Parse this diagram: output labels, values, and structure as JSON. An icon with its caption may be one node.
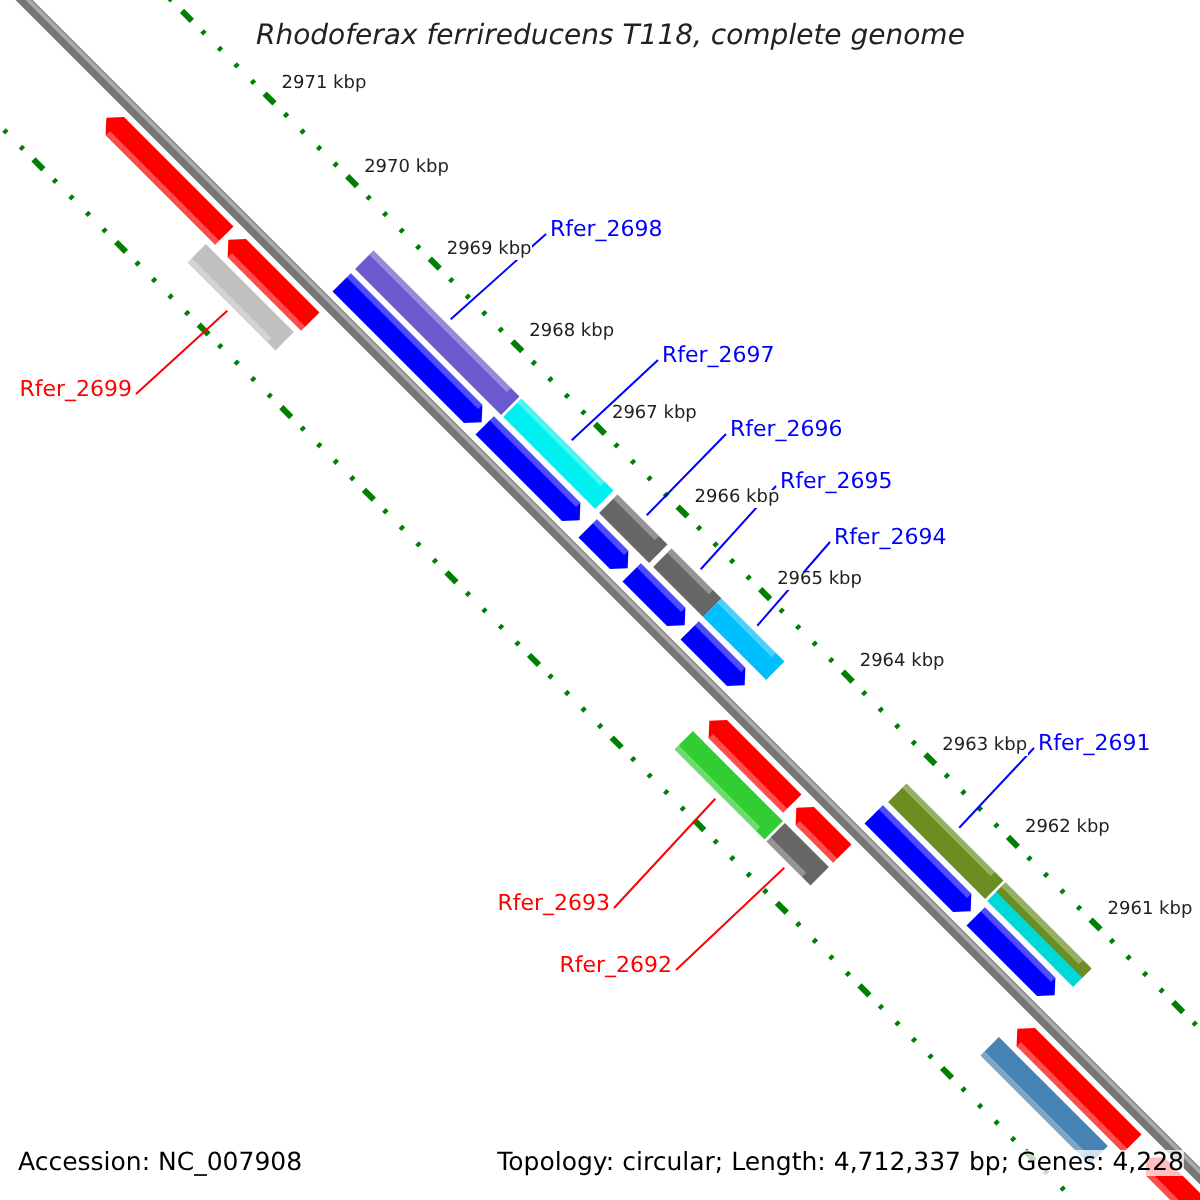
{
  "diagram": {
    "title": "Rhodoferax ferrireducens T118, complete genome",
    "nodes": [
      {
        "text": [
          "Rfer_2698"
        ]
      },
      {
        "text": [],
        "shape": "bar"
      },
      {
        "text": [
          "Rfer_2699"
        ]
      },
      {
        "text": [],
        "shape": "bar"
      },
      {
        "text": [
          "Rfer_2697"
        ]
      },
      {
        "text": [],
        "shape": "bar"
      },
      {
        "text": [
          "Rfer_2696"
        ]
      },
      {
        "text": [],
        "shape": "bar"
      },
      {
        "text": [
          "Rfer_2695"
        ]
      },
      {
        "text": [],
        "shape": "bar"
      },
      {
        "text": [
          "Rfer_2694"
        ]
      },
      {
        "text": [],
        "shape": "bar"
      },
      {
        "text": [
          "Rfer_2691"
        ]
      },
      {
        "text": [],
        "shape": "bar"
      },
      {
        "text": [
          "Rfer_2693"
        ]
      },
      {
        "text": [],
        "shape": "bar"
      },
      {
        "text": [
          "Rfer_2692"
        ]
      },
      {
        "text": [],
        "shape": "bar"
      }
    ],
    "edges": [
      {
        "from": 0,
        "to": 1,
        "arrow": "none"
      },
      {
        "from": 2,
        "to": 3,
        "arrow": "none",
        "color": "#ff0000"
      },
      {
        "from": 4,
        "to": 5,
        "arrow": "none"
      },
      {
        "from": 6,
        "to": 7,
        "arrow": "none"
      },
      {
        "from": 8,
        "to": 9,
        "arrow": "none"
      },
      {
        "from": 10,
        "to": 11,
        "arrow": "none"
      },
      {
        "from": 12,
        "to": 13,
        "arrow": "none"
      },
      {
        "from": 14,
        "to": 15,
        "arrow": "none",
        "color": "#ff0000"
      },
      {
        "from": 16,
        "to": 17,
        "arrow": "none",
        "color": "#ff0000"
      }
    ],
    "labels": [
      "2971 kbp",
      "2970 kbp",
      "2969 kbp",
      "2968 kbp",
      "2967 kbp",
      "2966 kbp",
      "2965 kbp",
      "2964 kbp",
      "2963 kbp",
      "2962 kbp",
      "2961 kbp",
      "Accession: NC_007908",
      "Topology: circular; Length: 4,712,337 bp; Genes: 4,228"
    ]
  }
}
